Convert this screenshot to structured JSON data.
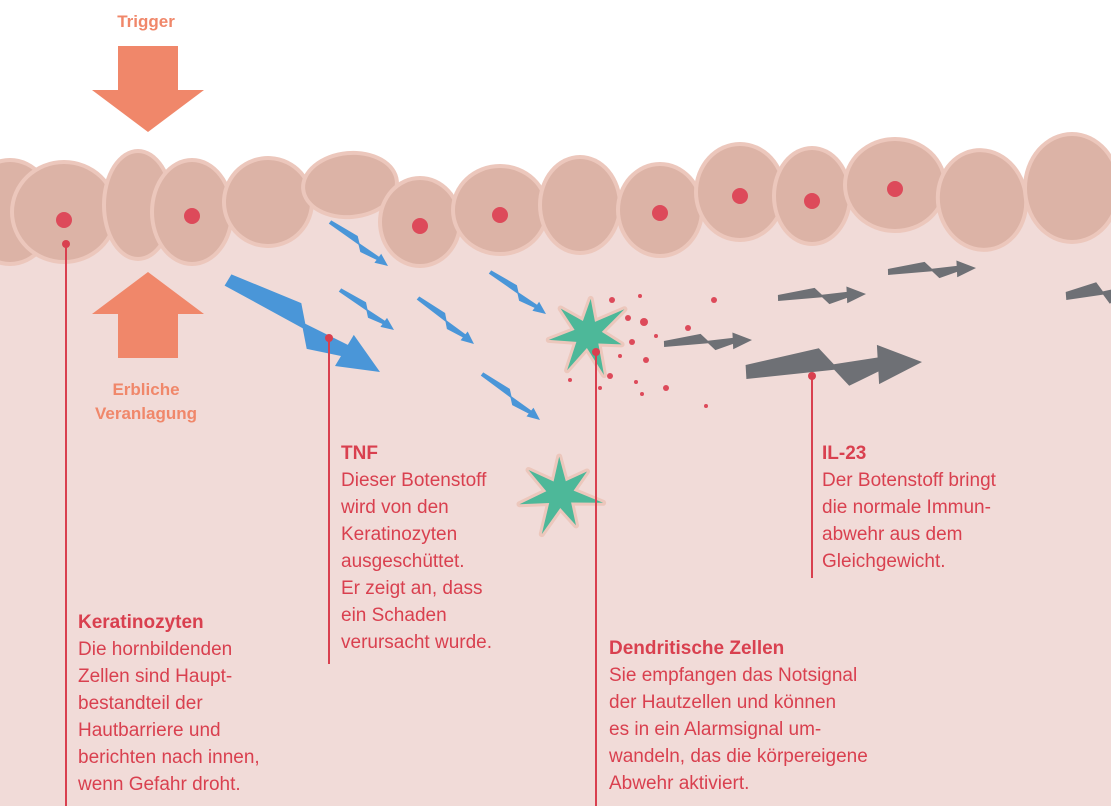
{
  "colors": {
    "dermis": "#f1dbd8",
    "cell_fill": "#dcb3a6",
    "cell_outline": "#ecc7bc",
    "nucleus": "#dd4a5a",
    "arrow_orange": "#f0876a",
    "signal_blue": "#4a96d8",
    "signal_gray": "#6e7075",
    "dendritic_green": "#4db899",
    "text_red": "#d9404f"
  },
  "arrows": {
    "trigger_label": "Trigger",
    "heredity_label": "Erbliche\nVeranlagung"
  },
  "annotations": {
    "keratinocytes": {
      "title": "Keratinozyten",
      "body": "Die hornbildenden\nZellen sind Haupt-\nbestandteil der\nHautbarriere und\nberichten nach innen,\nwenn Gefahr droht."
    },
    "tnf": {
      "title": "TNF",
      "body": "Dieser Botenstoff\nwird von den\nKeratinozyten\nausgeschüttet.\nEr zeigt an, dass\nein Schaden\nverursacht wurde."
    },
    "dendritic": {
      "title": "Dendritische Zellen",
      "body": "Sie empfangen das Notsignal\nder Hautzellen und können\nes in ein Alarmsignal um-\nwandeln, das die körpereigene\nAbwehr aktiviert."
    },
    "il23": {
      "title": "IL-23",
      "body": "Der Botenstoff bringt\ndie normale Immun-\nabwehr aus dem\nGleichgewicht."
    }
  },
  "icons": {
    "trigger_arrow": "arrow-down-icon",
    "heredity_arrow": "arrow-up-icon",
    "tnf_signal": "lightning-arrow-icon",
    "il23_signal": "lightning-arrow-icon",
    "dendritic_cell": "star-cell-icon"
  }
}
